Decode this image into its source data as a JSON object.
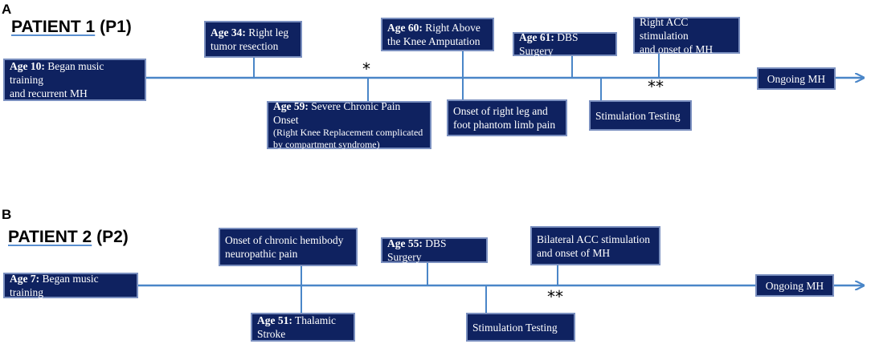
{
  "panel_a": {
    "letter": "A",
    "title_main": "PATIENT 1",
    "title_code": "(P1)",
    "events": {
      "age10": {
        "age": "Age 10:",
        "line1": "Began music training",
        "line2": "and recurrent MH"
      },
      "age34": {
        "age": "Age 34:",
        "line1": "Right leg",
        "line2": "tumor resection"
      },
      "age59": {
        "age": "Age 59:",
        "line1": "Severe Chronic Pain Onset",
        "note1": "(Right Knee Replacement complicated",
        "note2": "by compartment syndrome)"
      },
      "age60": {
        "age": "Age 60:",
        "line1": "Right Above",
        "line2": "the Knee Amputation"
      },
      "phantom": {
        "line1": "Onset of right leg and",
        "line2": "foot phantom limb pain"
      },
      "age61": {
        "age": "Age 61:",
        "line1": "DBS Surgery"
      },
      "stim_test": {
        "line1": "Stimulation Testing"
      },
      "acc_stim": {
        "line1": "Right ACC stimulation",
        "line2": "and onset of MH"
      },
      "ongoing": {
        "line1": "Ongoing MH"
      }
    },
    "marker_single": "*",
    "marker_double": "**"
  },
  "panel_b": {
    "letter": "B",
    "title_main": "PATIENT 2",
    "title_code": "(P2)",
    "events": {
      "age7": {
        "age": "Age 7:",
        "line1": "Began music training"
      },
      "hemibody": {
        "line1": "Onset of chronic hemibody",
        "line2": "neuropathic pain"
      },
      "age51": {
        "age": "Age 51:",
        "line1": "Thalamic Stroke"
      },
      "age55": {
        "age": "Age 55:",
        "line1": "DBS Surgery"
      },
      "stim_test": {
        "line1": "Stimulation Testing"
      },
      "acc_stim": {
        "line1": "Bilateral ACC stimulation",
        "line2": "and onset of MH"
      },
      "ongoing": {
        "line1": "Ongoing MH"
      }
    },
    "marker_double": "**"
  },
  "colors": {
    "box_fill": "#0f2260",
    "box_border": "#7a8fbf",
    "timeline": "#4a86c8",
    "box_text": "#ffffff"
  }
}
